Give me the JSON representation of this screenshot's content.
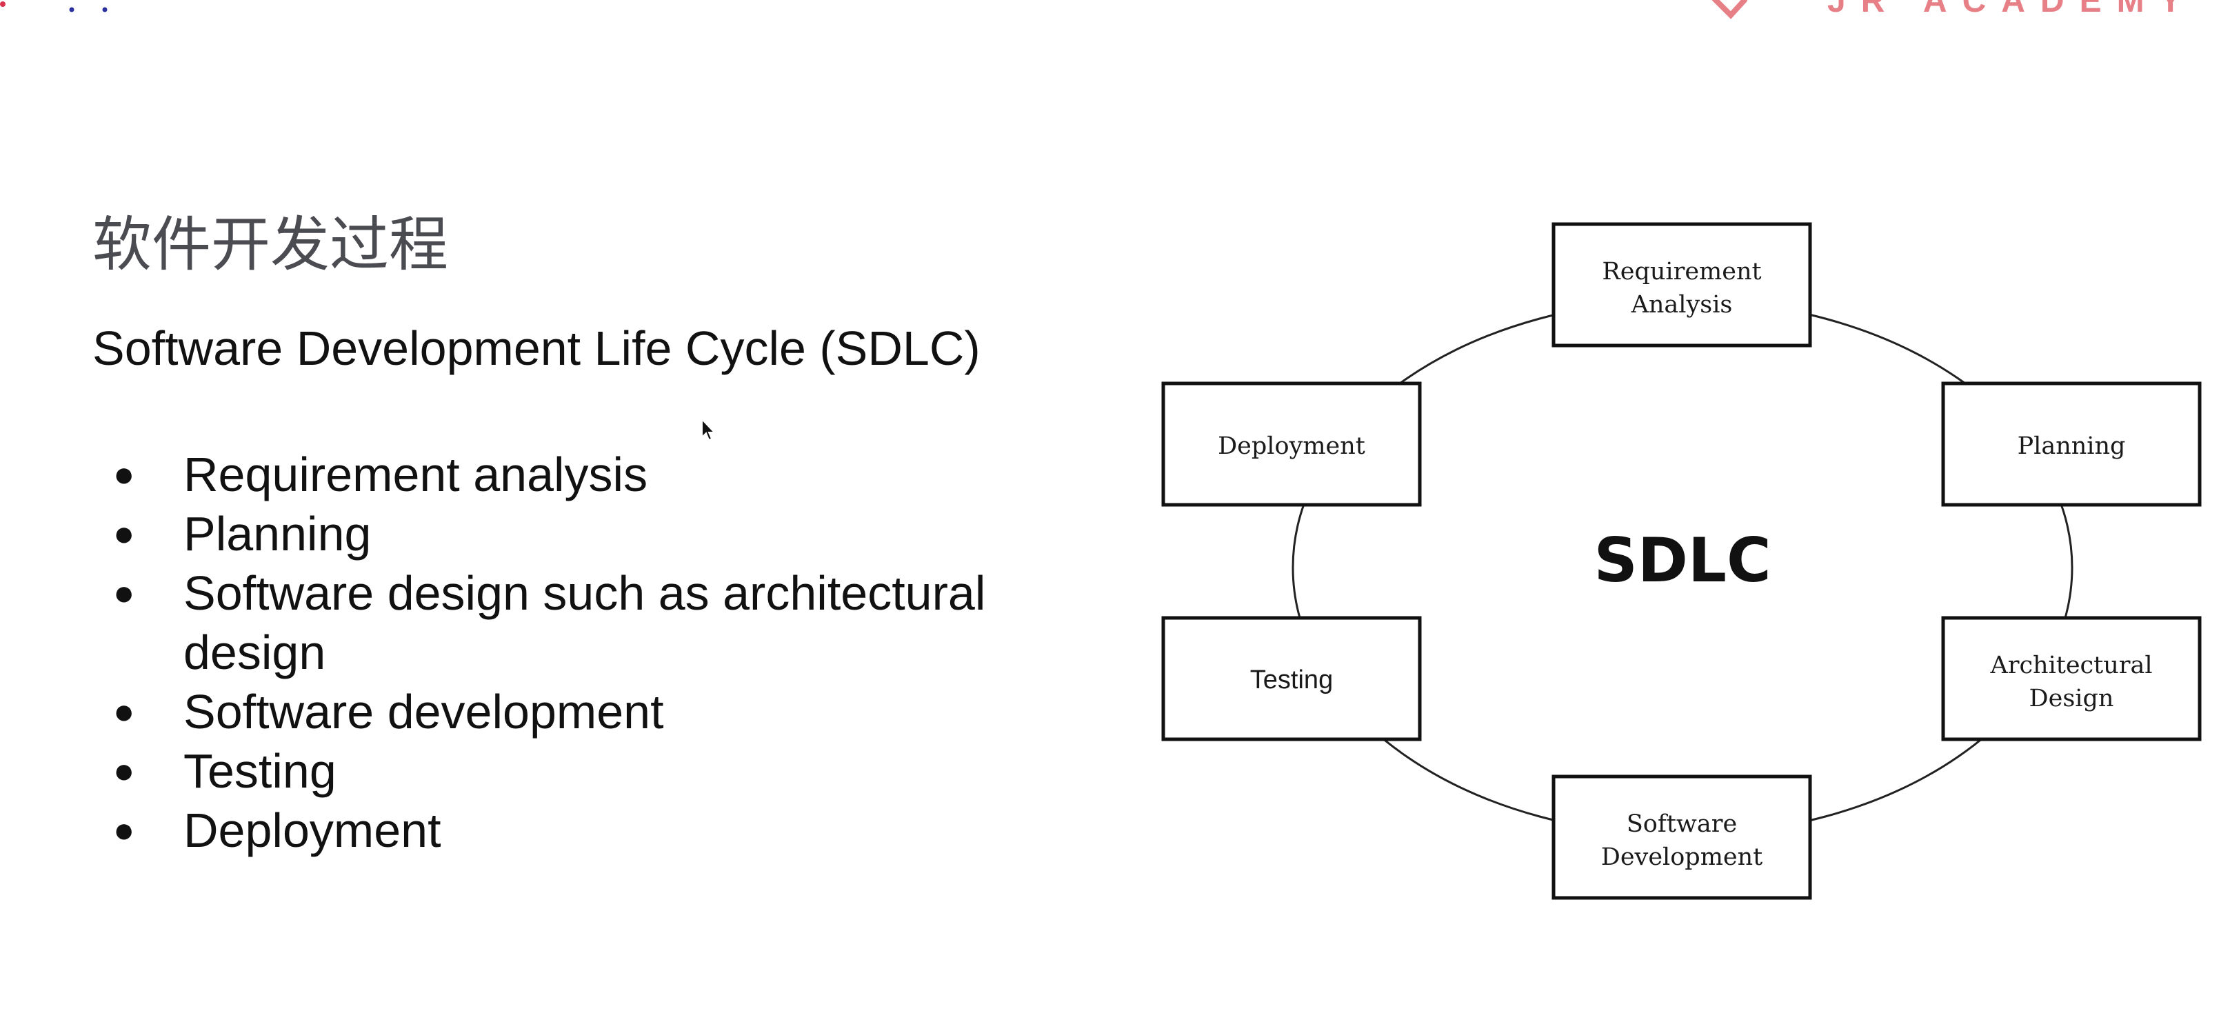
{
  "brand": {
    "name": "JR ACADEMY",
    "colors": {
      "brand": "#e77f86",
      "dots": "#2a2f9e",
      "dot_red": "#d9344d"
    }
  },
  "slide": {
    "title_cn": "软件开发过程",
    "subtitle": "Software Development Life Cycle (SDLC)",
    "bullet_symbol": "●",
    "bullets": [
      "Requirement analysis",
      "Planning",
      "Software design such as architectural design",
      "Software development",
      "Testing",
      "Deployment"
    ]
  },
  "diagram": {
    "center_label": "SDLC",
    "nodes": [
      {
        "id": "requirement-analysis",
        "lines": [
          "Requirement",
          "Analysis"
        ]
      },
      {
        "id": "planning",
        "lines": [
          "Planning"
        ]
      },
      {
        "id": "architectural-design",
        "lines": [
          "Architectural",
          "Design"
        ]
      },
      {
        "id": "software-development",
        "lines": [
          "Software",
          "Development"
        ]
      },
      {
        "id": "testing",
        "lines": [
          "Testing"
        ]
      },
      {
        "id": "deployment",
        "lines": [
          "Deployment"
        ]
      }
    ]
  },
  "icons": {
    "cursor": "mouse-pointer-icon",
    "brand_mark": "jr-logo-icon"
  }
}
